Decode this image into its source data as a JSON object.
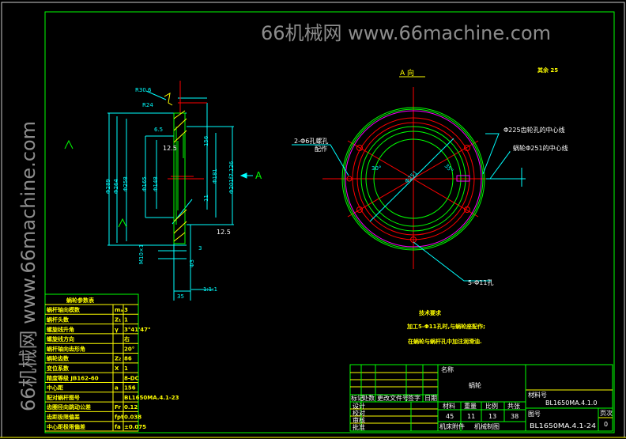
{
  "watermarks": [
    "66机械网 www.66machine.com",
    "66机械网 www.66machine.com"
  ],
  "section_view": {
    "view_arrow_label": "A",
    "dims": [
      "Φ289",
      "Φ264",
      "Φ258",
      "Φ165",
      "Φ148",
      "Φ181",
      "Φ201f7.126",
      "156",
      "11",
      "6.5",
      "35",
      "M10×1",
      "R30.6",
      "R24",
      "1:1:1",
      "3",
      "Φ3"
    ],
    "roughness": [
      "12.5",
      "12.5"
    ]
  },
  "a_view": {
    "title": "A 向",
    "roughness_note": "其余 25",
    "callouts": [
      "2-Φ6孔螺孔",
      "配作",
      "Φ225齿轮孔的中心线",
      "蜗轮Φ251的中心线",
      "5-Φ11孔"
    ],
    "angles": [
      "30°",
      "35°"
    ],
    "diameter": "Φ251"
  },
  "tech_requirements": {
    "title": "技术要求",
    "lines": [
      "加工5-Φ11孔时,与蜗轮座配作;",
      "在蜗轮与蜗杆孔中加注润滑油."
    ]
  },
  "param_table": {
    "title": "蜗轮参数表",
    "rows": [
      {
        "label": "蜗杆轴向模数",
        "symbol": "mₐ",
        "value": "3"
      },
      {
        "label": "蜗杆头数",
        "symbol": "Z₁",
        "value": "1"
      },
      {
        "label": "螺旋线升角",
        "symbol": "γ",
        "value": "3°41'47\""
      },
      {
        "label": "螺旋线方向",
        "symbol": "",
        "value": "右"
      },
      {
        "label": "蜗杆轴向齿形角",
        "symbol": "",
        "value": "20°"
      },
      {
        "label": "蜗轮齿数",
        "symbol": "Z₂",
        "value": "86"
      },
      {
        "label": "变位系数",
        "symbol": "X",
        "value": "1"
      },
      {
        "label": "精度等级 JB162-60",
        "symbol": "",
        "value": "8-DC"
      },
      {
        "label": "中心距",
        "symbol": "a",
        "value": "156"
      },
      {
        "label": "配对蜗杆图号",
        "symbol": "",
        "value": "BL1650MA.4.1-23"
      },
      {
        "label": "齿圈径向跳动公差",
        "symbol": "Fr",
        "value": "0.12"
      },
      {
        "label": "齿距极限偏差",
        "symbol": "fpt",
        "value": "0.038"
      },
      {
        "label": "中心距极限偏差",
        "symbol": "fa",
        "value": "±0.075"
      }
    ]
  },
  "title_block": {
    "rev_headers": [
      "标记",
      "处数",
      "更改文件号",
      "签字",
      "日期"
    ],
    "sign_rows": [
      "设计",
      "校对",
      "审核",
      "批准"
    ],
    "name_label": "名称",
    "part_name": "蜗轮",
    "headers": [
      "材料",
      "重量",
      "比例",
      "共张"
    ],
    "values": [
      "45",
      "11",
      "13",
      "38"
    ],
    "bottom_left": "机床附件",
    "bottom_mid": "机械制图",
    "material_no_label": "材料号",
    "material_no": "BL1650MA.4.1.0",
    "drawing_no_label": "图号",
    "drawing_no": "BL1650MA.4.1-24",
    "page_label": "页次",
    "page": "0"
  }
}
